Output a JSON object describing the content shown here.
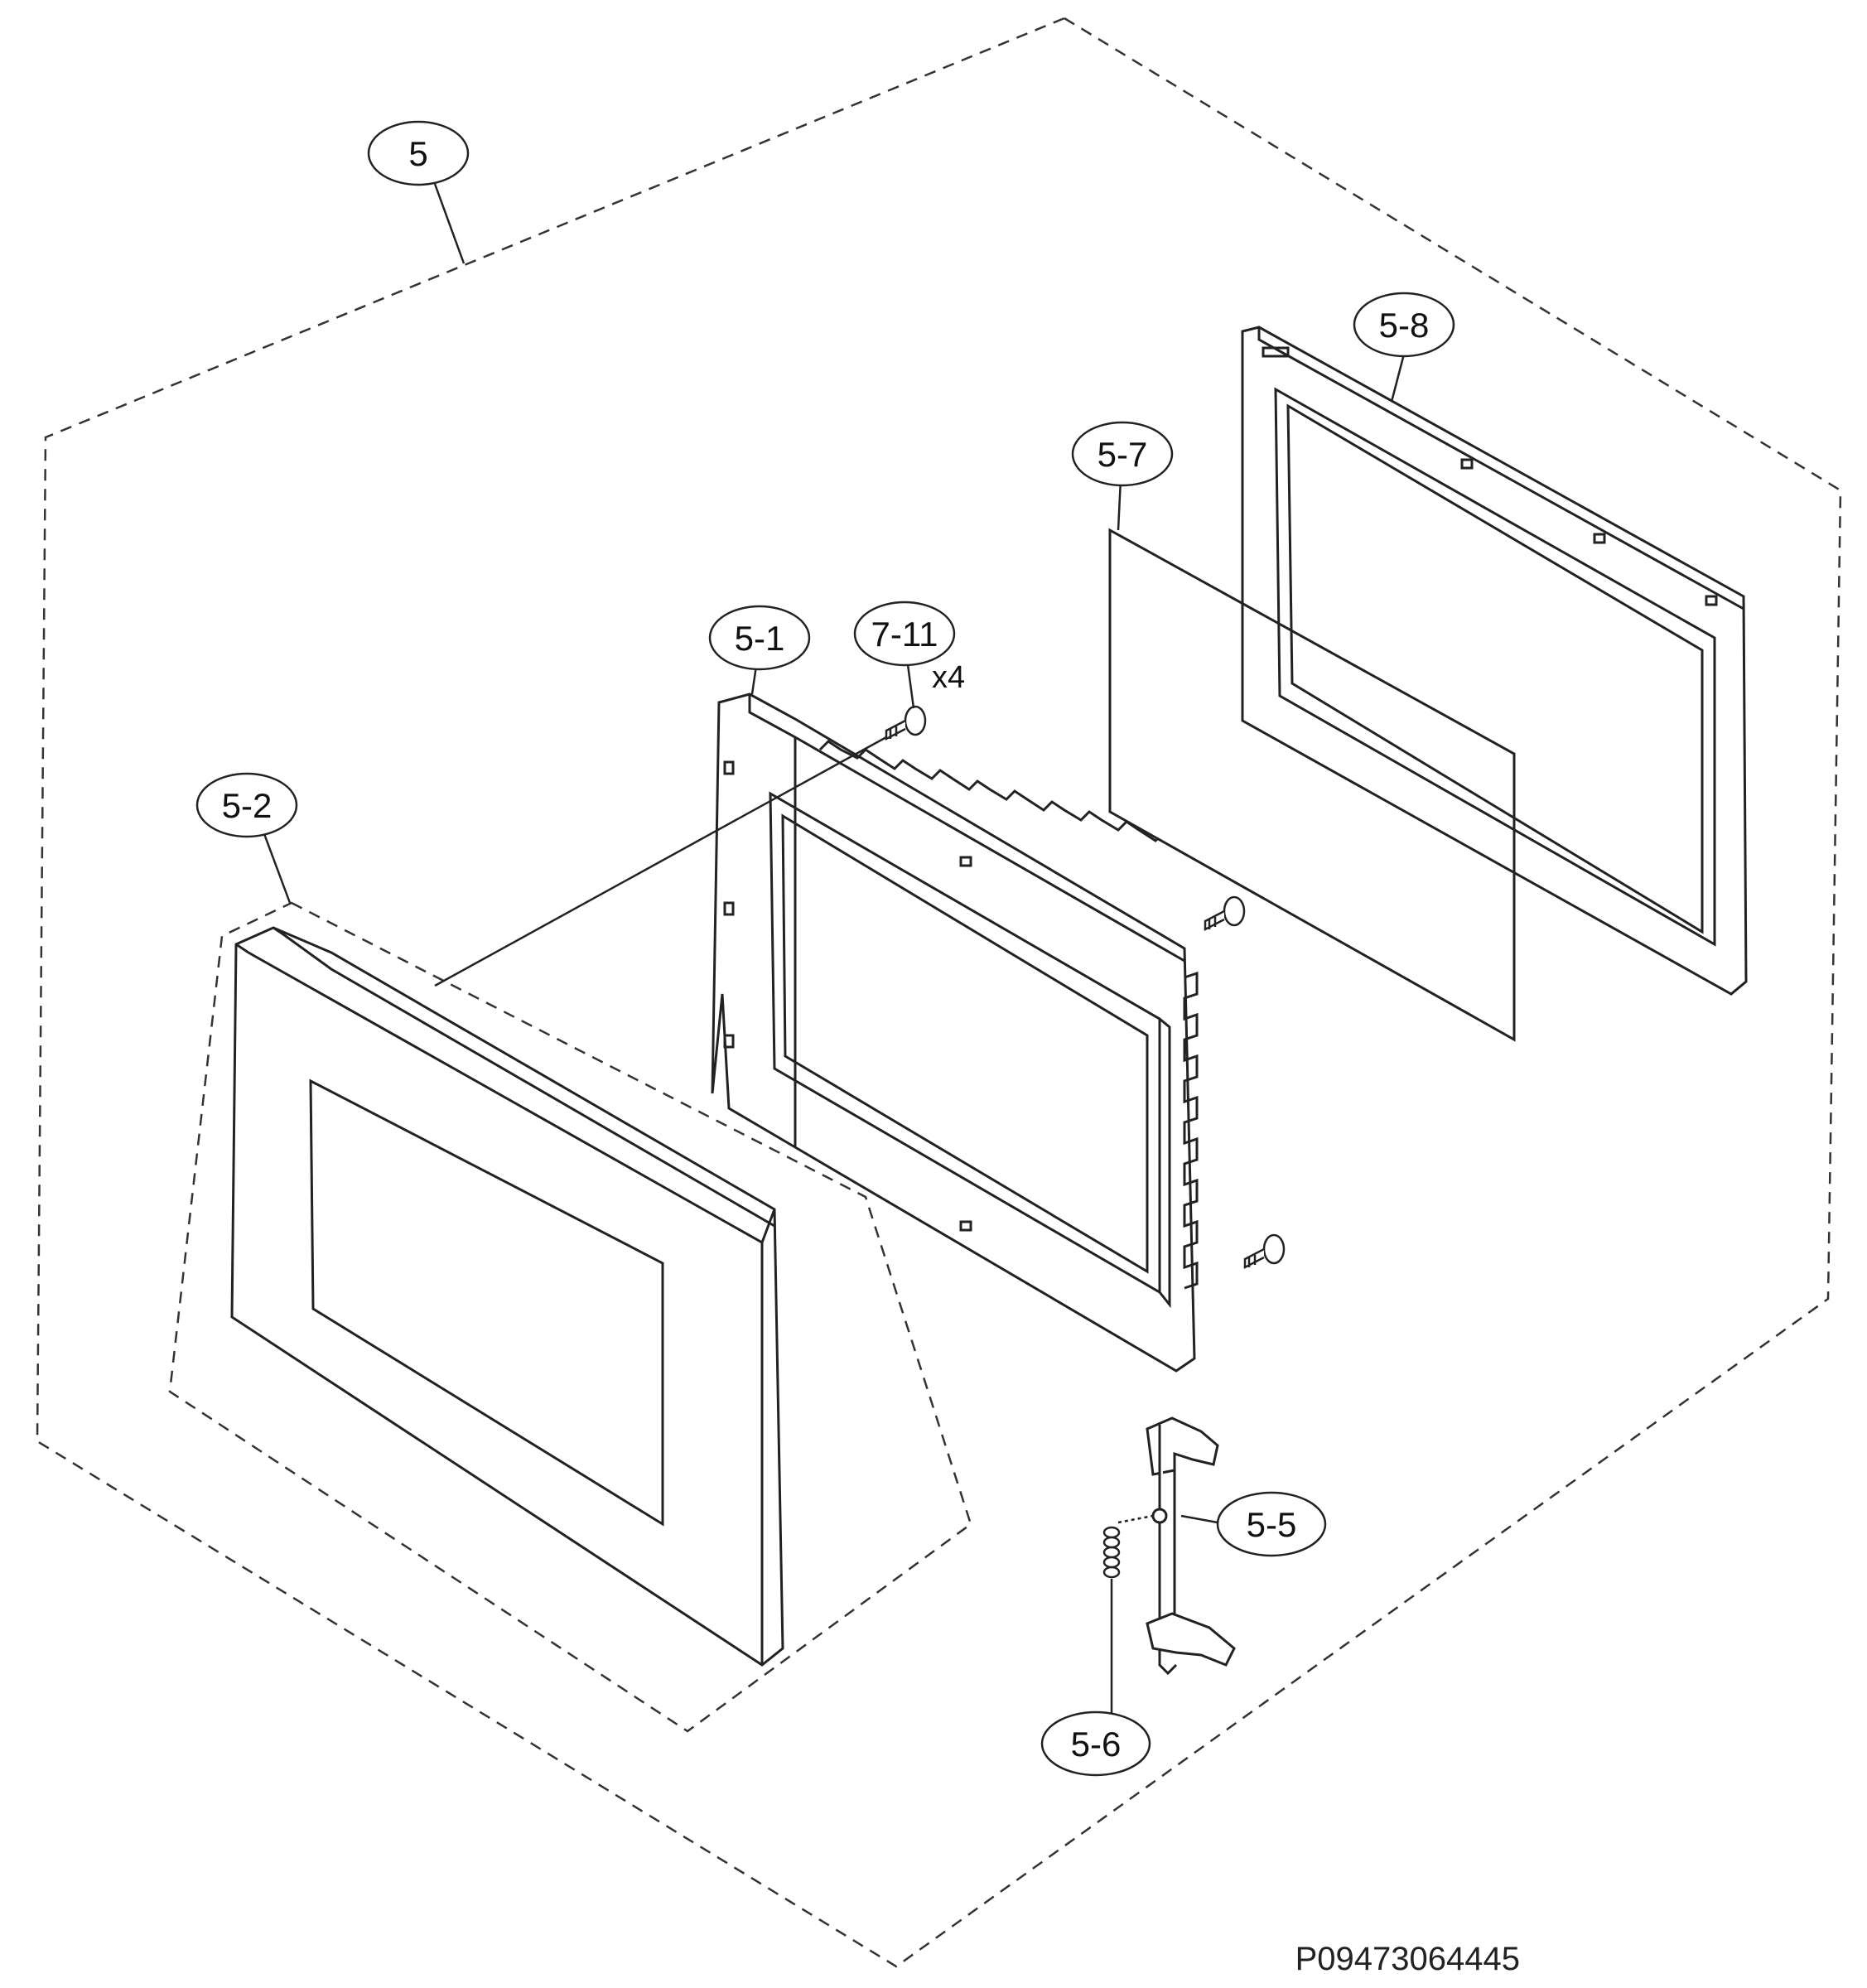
{
  "callouts": {
    "c5": "5",
    "c5_8": "5-8",
    "c5_7": "5-7",
    "c5_1": "5-1",
    "c7_11": "7-11",
    "c5_2": "5-2",
    "c5_5": "5-5",
    "c5_6": "5-6"
  },
  "quantity": {
    "screw": "x4"
  },
  "part_code": "P09473064445",
  "colors": {
    "line": "#2a2a2a",
    "background": "#ffffff"
  }
}
